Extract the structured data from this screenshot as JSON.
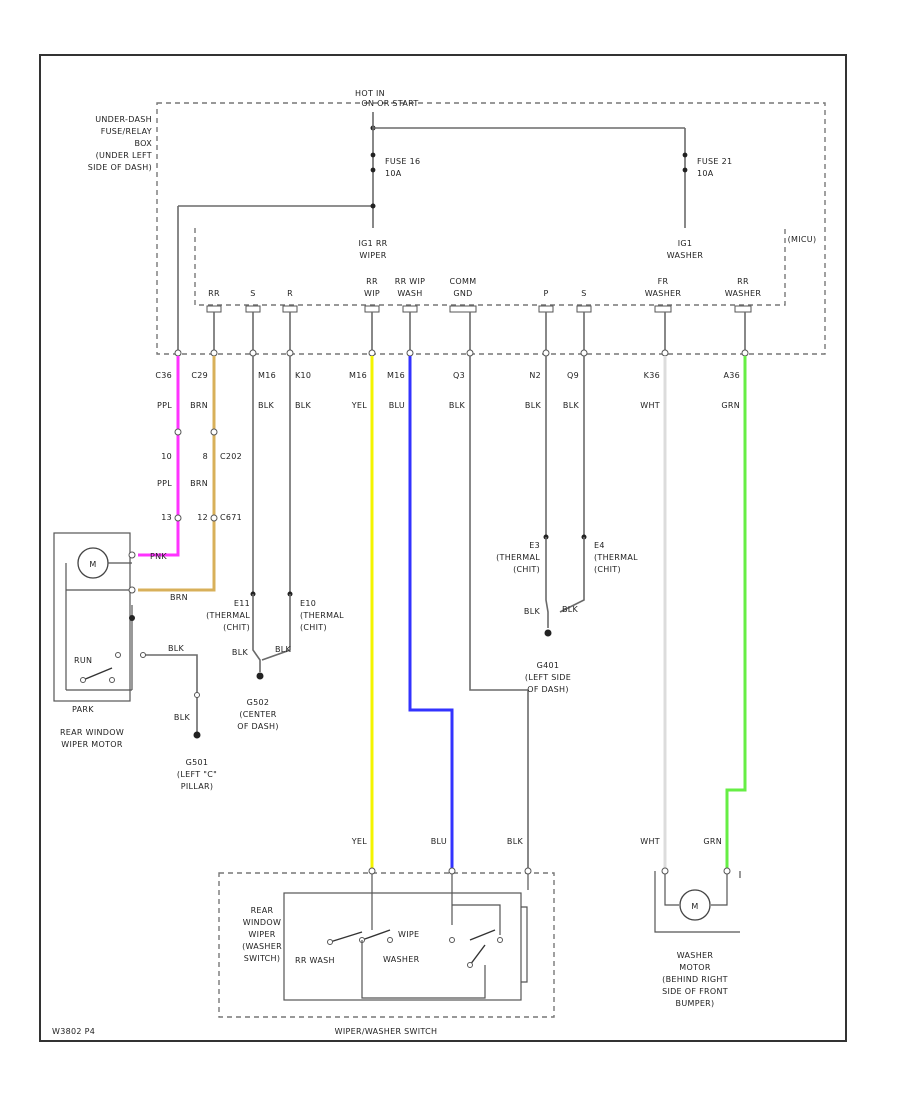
{
  "texts": {
    "hot": "HOT IN",
    "hot2": "ON OR START",
    "ufb1": "UNDER-DASH",
    "ufb2": "FUSE/RELAY",
    "ufb3": "BOX",
    "ufb4": "(UNDER LEFT",
    "ufb5": "SIDE OF DASH)",
    "fuse16a": "FUSE 16",
    "fuse16b": "10A",
    "fuse21a": "FUSE 21",
    "fuse21b": "10A",
    "rrwiper1": "IG1 RR",
    "rrwiper2": "WIPER",
    "washer1": "IG1",
    "washer2": "WASHER",
    "mics": "(MICU)",
    "p_rr": "RR",
    "p_s": "S",
    "p_r": "R",
    "p_rrw1": "RR",
    "p_rrw2": "WIP",
    "p_rrsw1": "RR WIP",
    "p_rrsw2": "WASH",
    "p_comm1": "COMM",
    "p_comm2": "GND",
    "p_p": "P",
    "p_s2": "S",
    "p_fw1": "FR",
    "p_fw2": "WASHER",
    "p_rw1": "RR",
    "p_rw2": "WASHER",
    "c1": "C36",
    "c2": "C29",
    "c3": "M16",
    "c4": "K10",
    "c5": "M16",
    "c6": "M16",
    "c7": "Q3",
    "c8": "N2",
    "c9": "Q9",
    "c10": "K36",
    "c11": "A36",
    "col1": "PPL",
    "col2": "BRN",
    "col3": "BLK",
    "col4": "BLK",
    "col5": "YEL",
    "col6": "BLU",
    "col7": "BLK",
    "col8": "BLK",
    "col9": "BLK",
    "col10": "WHT",
    "col11": "GRN",
    "j1": "10",
    "j2": "8",
    "j2b": "C202",
    "jcol1": "PPL",
    "jcol2": "BRN",
    "j3": "13",
    "j4": "12",
    "j4b": "C671",
    "m_label": "M",
    "pk_lbl": "PNK",
    "br_lbl": "BRN",
    "run": "RUN",
    "park": "PARK",
    "motor1": "REAR WINDOW",
    "motor2": "WIPER MOTOR",
    "blk_a": "BLK",
    "blk_b": "BLK",
    "g501a": "G501",
    "g501b": "(LEFT \"C\"",
    "g501c": "PILLAR)",
    "e11a": "E11",
    "e11b": "(THERMAL",
    "e11c": "(CHIT)",
    "e10a": "E10",
    "e10b": "(THERMAL",
    "e10c": "(CHIT)",
    "blk_c": "BLK",
    "blk_d": "BLK",
    "g502a": "G502",
    "g502b": "(CENTER",
    "g502c": "OF DASH)",
    "e3a": "E3",
    "e3b": "(THERMAL",
    "e3c": "(CHIT)",
    "e4a": "E4",
    "e4b": "(THERMAL",
    "e4c": "(CHIT)",
    "blk_e": "BLK",
    "blk_f": "BLK",
    "g401a": "G401",
    "g401b": "(LEFT SIDE",
    "g401c": "OF DASH)",
    "lw_yel": "YEL",
    "lw_blu": "BLU",
    "lw_blk": "BLK",
    "lw_wht": "WHT",
    "lw_grn": "GRN",
    "sw1": "REAR",
    "sw2": "WINDOW",
    "sw3": "WIPER",
    "sw4": "(WASHER",
    "sw5": "SWITCH)",
    "wipe": "WIPE",
    "washer_sw": "WASHER",
    "rrwash": "RR WASH",
    "swbox": "WIPER/WASHER SWITCH",
    "wm1": "WASHER",
    "wm2": "MOTOR",
    "wm3": "(BEHIND RIGHT",
    "wm4": "SIDE OF FRONT",
    "wm5": "BUMPER)",
    "m2_label": "M",
    "code": "W3802 P4"
  },
  "colors": {
    "pink": "#ff33ff",
    "tan": "#d8b05a",
    "yellow": "#f4f400",
    "blue": "#3333ff",
    "green": "#66ee44",
    "white": "#dcdcdc"
  }
}
